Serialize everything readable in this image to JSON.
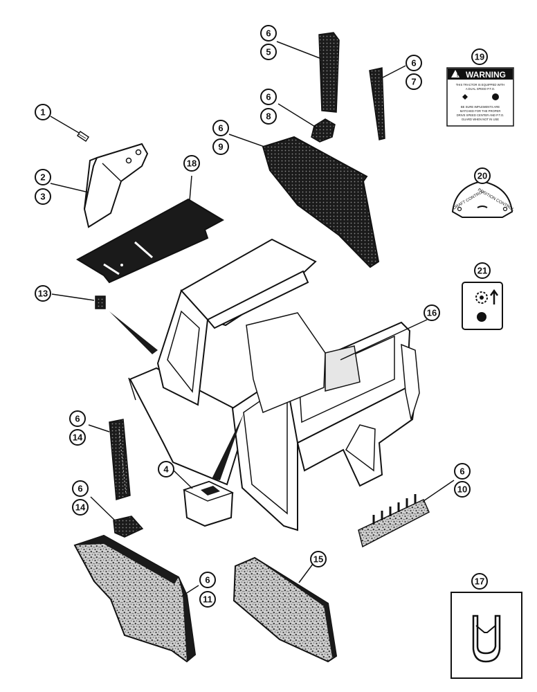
{
  "callouts": [
    {
      "id": "c1",
      "label": "1"
    },
    {
      "id": "c2",
      "label": "2"
    },
    {
      "id": "c3",
      "label": "3"
    },
    {
      "id": "c4",
      "label": "4"
    },
    {
      "id": "c5",
      "label": "5"
    },
    {
      "id": "c6a",
      "label": "6"
    },
    {
      "id": "c6b",
      "label": "6"
    },
    {
      "id": "c6c",
      "label": "6"
    },
    {
      "id": "c6d",
      "label": "6"
    },
    {
      "id": "c6e",
      "label": "6"
    },
    {
      "id": "c6f",
      "label": "6"
    },
    {
      "id": "c6g",
      "label": "6"
    },
    {
      "id": "c6h",
      "label": "6"
    },
    {
      "id": "c7",
      "label": "7"
    },
    {
      "id": "c8",
      "label": "8"
    },
    {
      "id": "c9",
      "label": "9"
    },
    {
      "id": "c10",
      "label": "10"
    },
    {
      "id": "c11",
      "label": "11"
    },
    {
      "id": "c13",
      "label": "13"
    },
    {
      "id": "c14a",
      "label": "14"
    },
    {
      "id": "c14b",
      "label": "14"
    },
    {
      "id": "c15",
      "label": "15"
    },
    {
      "id": "c16",
      "label": "16"
    },
    {
      "id": "c17",
      "label": "17"
    },
    {
      "id": "c18",
      "label": "18"
    },
    {
      "id": "c19",
      "label": "19"
    },
    {
      "id": "c20",
      "label": "20"
    },
    {
      "id": "c21",
      "label": "21"
    }
  ],
  "warning_decal": {
    "heading": "WARNING",
    "line1": "THIS TRACTOR IS EQUIPPED WITH",
    "line2": "A DUAL SPEED P.T.O.",
    "line3": "BE SURE IMPLEMENTS ARE",
    "line4": "MATCHED FOR THE PROPER",
    "line5": "DRIVE SPEED CENTER AND P.T.O.",
    "line6": "GUARD WHEN NOT IN USE"
  },
  "control_decal": {
    "left": "DRAFT CONTROL",
    "right": "POSITION CONTROL"
  }
}
